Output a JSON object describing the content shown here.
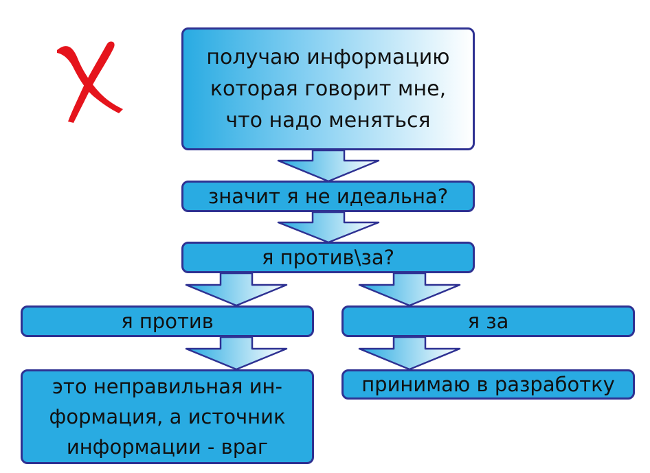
{
  "colors": {
    "box_fill": "#29abe2",
    "box_border": "#2e3192",
    "cross": "#e5141c"
  },
  "icons": {
    "cross": "red-cross-icon",
    "arrow": "down-arrow-icon"
  },
  "nodes": {
    "top": {
      "lines": [
        "получаю информацию",
        "которая говорит мне,",
        "что надо меняться"
      ]
    },
    "ideal": {
      "text": "значит я не идеальна?"
    },
    "against_for": {
      "text": "я против\\за?"
    },
    "against": {
      "text": "я против"
    },
    "for": {
      "text": "я за"
    },
    "wrong_info": {
      "lines": [
        "это неправильная ин-",
        "формация, а источник",
        "информации - враг"
      ]
    },
    "accept": {
      "text": "принимаю в разработку"
    }
  }
}
